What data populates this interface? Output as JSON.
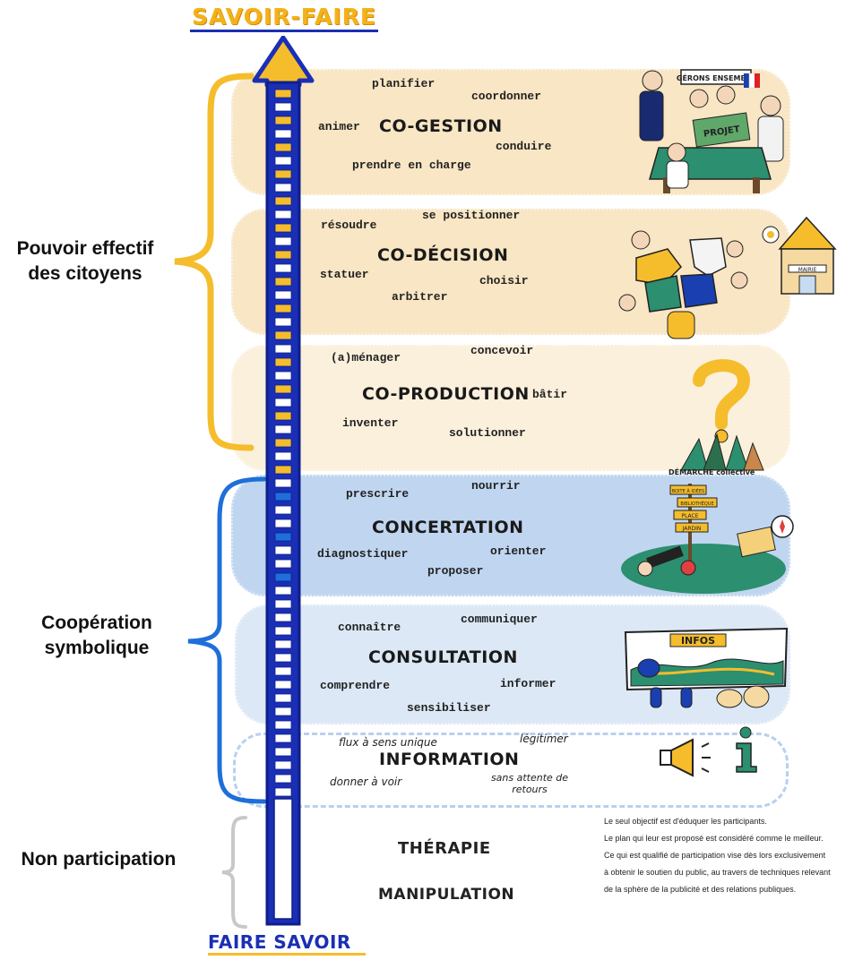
{
  "header": {
    "top_title": "SAVOIR-FAIRE",
    "bottom_title": "FAIRE SAVOIR"
  },
  "colors": {
    "gold": "#f5bd2c",
    "navy": "#1a2fb5",
    "blue": "#1e6fd9",
    "cream_dark": "#f8e6c4",
    "cream_light": "#fbf0dc",
    "blue_band": "#c0d6f0",
    "light_blue_band": "#dce8f6",
    "grey": "#c8c8c8"
  },
  "groups": [
    {
      "label": "Pouvoir effectif des citoyens",
      "color": "gold"
    },
    {
      "label": "Coopération symbolique",
      "color": "blue"
    },
    {
      "label": "Non participation",
      "color": "grey"
    }
  ],
  "levels": {
    "cogestion": {
      "title": "CO-GESTION",
      "verbs": [
        "planifier",
        "coordonner",
        "animer",
        "conduire",
        "prendre en charge"
      ],
      "illustration_text": [
        "GÉRONS ENSEMBLE",
        "PROJET"
      ]
    },
    "codecision": {
      "title": "CO-DÉCISION",
      "verbs": [
        "se positionner",
        "résoudre",
        "statuer",
        "choisir",
        "arbitrer"
      ],
      "illustration_text": [
        "MAIRIE"
      ]
    },
    "coproduction": {
      "title": "CO-PRODUCTION",
      "verbs": [
        "concevoir",
        "(a)ménager",
        "bâtir",
        "inventer",
        "solutionner"
      ],
      "illustration_text": [
        "DÉMARCHE collective"
      ]
    },
    "concertation": {
      "title": "CONCERTATION",
      "verbs": [
        "nourrir",
        "prescrire",
        "orienter",
        "diagnostiquer",
        "proposer"
      ],
      "illustration_text": [
        "BOITE À IDÉES",
        "BIBLIOTHÈQUE",
        "PLACE",
        "JARDIN"
      ]
    },
    "consultation": {
      "title": "CONSULTATION",
      "verbs": [
        "communiquer",
        "connaître",
        "comprendre",
        "informer",
        "sensibiliser"
      ],
      "illustration_text": [
        "INFOS"
      ]
    },
    "information": {
      "title": "INFORMATION",
      "verbs": [
        "flux à sens unique",
        "légitimer",
        "donner à voir",
        "sans attente de retours"
      ]
    }
  },
  "non_participation": {
    "items": [
      "THÉRAPIE",
      "MANIPULATION"
    ],
    "description": [
      "Le seul objectif est d'éduquer les participants.",
      "Le plan qui leur est proposé est considéré comme le meilleur.",
      "Ce qui est qualifié de participation vise dès lors exclusivement",
      "à obtenir le soutien du public, au travers de techniques relevant",
      "de la sphère de la publicité et des relations publiques."
    ]
  }
}
